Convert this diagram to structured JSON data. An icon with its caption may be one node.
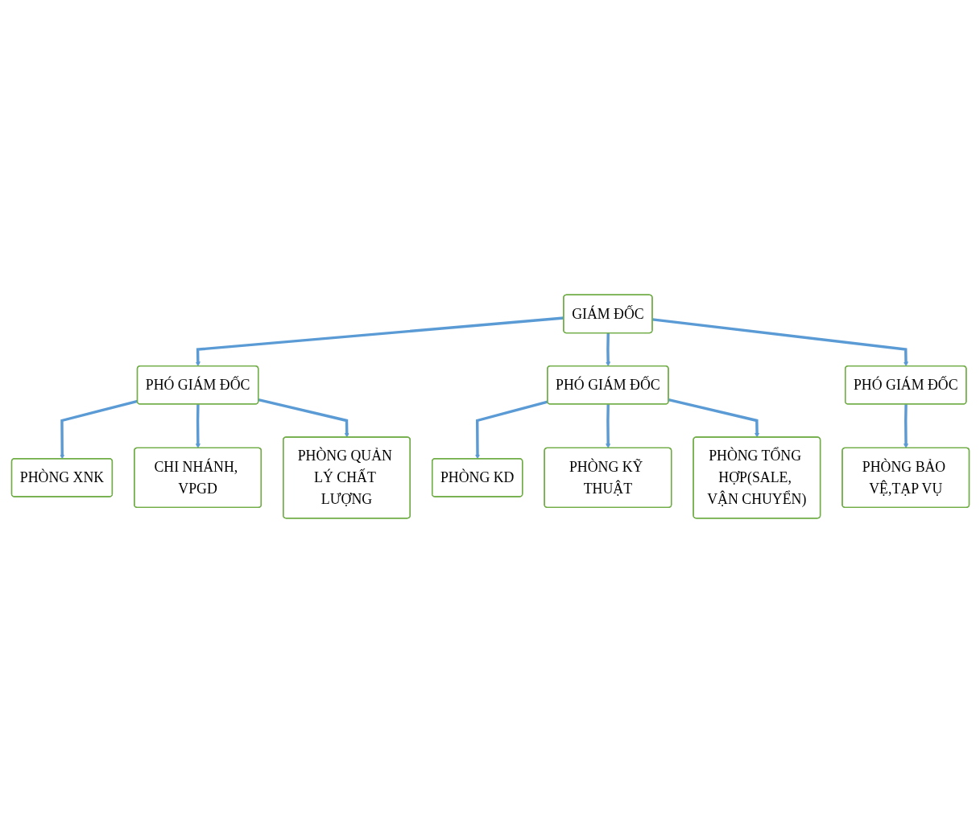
{
  "diagram": {
    "nodes": [
      {
        "text": [
          "GIÁM ĐỐC"
        ]
      },
      {
        "text": [
          "PHÓ GIÁM ĐỐC"
        ]
      },
      {
        "text": [
          "PHÓ GIÁM ĐỐC"
        ]
      },
      {
        "text": [
          "PHÓ GIÁM ĐỐC"
        ]
      },
      {
        "text": [
          "PHÒNG XNK"
        ]
      },
      {
        "text": [
          "PHÒNG KD"
        ]
      },
      {
        "text": [
          "PHÒNG BẢO VỆ,TẠP VỤ"
        ]
      },
      {
        "text": [
          "CHI NHÁNH, VPGD"
        ]
      },
      {
        "text": [
          "PHÒNG KỸ THUẬT"
        ]
      },
      {
        "text": [
          "PHÒNG QUẢN LÝ CHẤT LƯỢNG"
        ]
      },
      {
        "text": [
          "PHÒNG TỔNG HỢP(SALE, VẬN CHUYỂN)"
        ]
      }
    ],
    "edges": [
      {
        "from": 0,
        "to": 1,
        "arrow": "to"
      },
      {
        "from": 0,
        "to": 2,
        "arrow": "to"
      },
      {
        "from": 0,
        "to": 3,
        "arrow": "to"
      },
      {
        "from": 1,
        "to": 4,
        "arrow": "to"
      },
      {
        "from": 1,
        "to": 7,
        "arrow": "to"
      },
      {
        "from": 1,
        "to": 9,
        "arrow": "to"
      },
      {
        "from": 2,
        "to": 5,
        "arrow": "to"
      },
      {
        "from": 2,
        "to": 8,
        "arrow": "to"
      },
      {
        "from": 2,
        "to": 10,
        "arrow": "to"
      },
      {
        "from": 3,
        "to": 6,
        "arrow": "to"
      }
    ]
  }
}
